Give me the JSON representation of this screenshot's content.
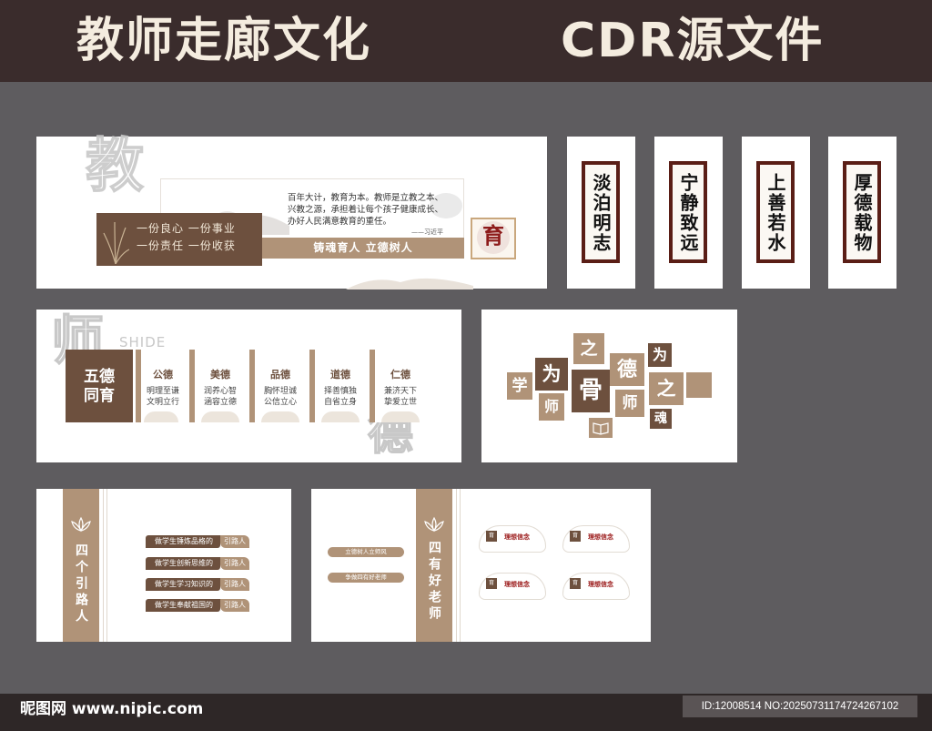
{
  "header": {
    "title_left": "教师走廊文化",
    "title_right": "CDR源文件"
  },
  "panel1": {
    "big_char": "教",
    "banner_lines": [
      "一份良心  一份事业",
      "一份责任  一份收获"
    ],
    "quote": "百年大计，教育为本。教师是立教之本、兴教之源，承担着让每个孩子健康成长、办好人民满意教育的重任。",
    "author": "——习近平",
    "slogan": "铸魂育人  立德树人",
    "seal_char": "育"
  },
  "scrolls": [
    {
      "text": "淡泊明志"
    },
    {
      "text": "宁静致远"
    },
    {
      "text": "上善若水"
    },
    {
      "text": "厚德载物"
    }
  ],
  "panel2": {
    "big_char": "师",
    "shide": "SHIDE",
    "bottom_char": "德",
    "title_lines": [
      "五德",
      "同育"
    ],
    "virtues": [
      {
        "name": "公德",
        "lines": [
          "明理至谦",
          "文明立行"
        ]
      },
      {
        "name": "美德",
        "lines": [
          "润养心智",
          "涵容立德"
        ]
      },
      {
        "name": "品德",
        "lines": [
          "胸怀坦诚",
          "公信立心"
        ]
      },
      {
        "name": "道德",
        "lines": [
          "择善慎独",
          "自省立身"
        ]
      },
      {
        "name": "仁德",
        "lines": [
          "兼济天下",
          "挚爱立世"
        ]
      }
    ]
  },
  "panel3": {
    "chars": {
      "xue": "学",
      "wei1": "为",
      "shi1": "师",
      "zhi1": "之",
      "gu": "骨",
      "de": "德",
      "shi2": "师",
      "wei2": "为",
      "zhi2": "之",
      "hun": "魂"
    }
  },
  "panel4": {
    "title": "四个引路人",
    "items": [
      {
        "text": "做学生锤炼品格的",
        "end": "引路人"
      },
      {
        "text": "做学生创新思维的",
        "end": "引路人"
      },
      {
        "text": "做学生学习知识的",
        "end": "引路人"
      },
      {
        "text": "做学生奉献祖国的",
        "end": "引路人"
      }
    ]
  },
  "panel5": {
    "title": "四有好老师",
    "tags": [
      "立德树人立师风",
      "争做四有好老师"
    ],
    "fan_label": "理想信念",
    "fan_seal": "育"
  },
  "footer": {
    "brand": "昵图网 www.nipic.com",
    "id_text": "ID:12008514 NO:20250731174724267102"
  },
  "colors": {
    "dark_brown": "#6d503e",
    "tan": "#b09378",
    "header_bg": "#3a2c2c",
    "canvas_bg": "#5e5c5f"
  }
}
